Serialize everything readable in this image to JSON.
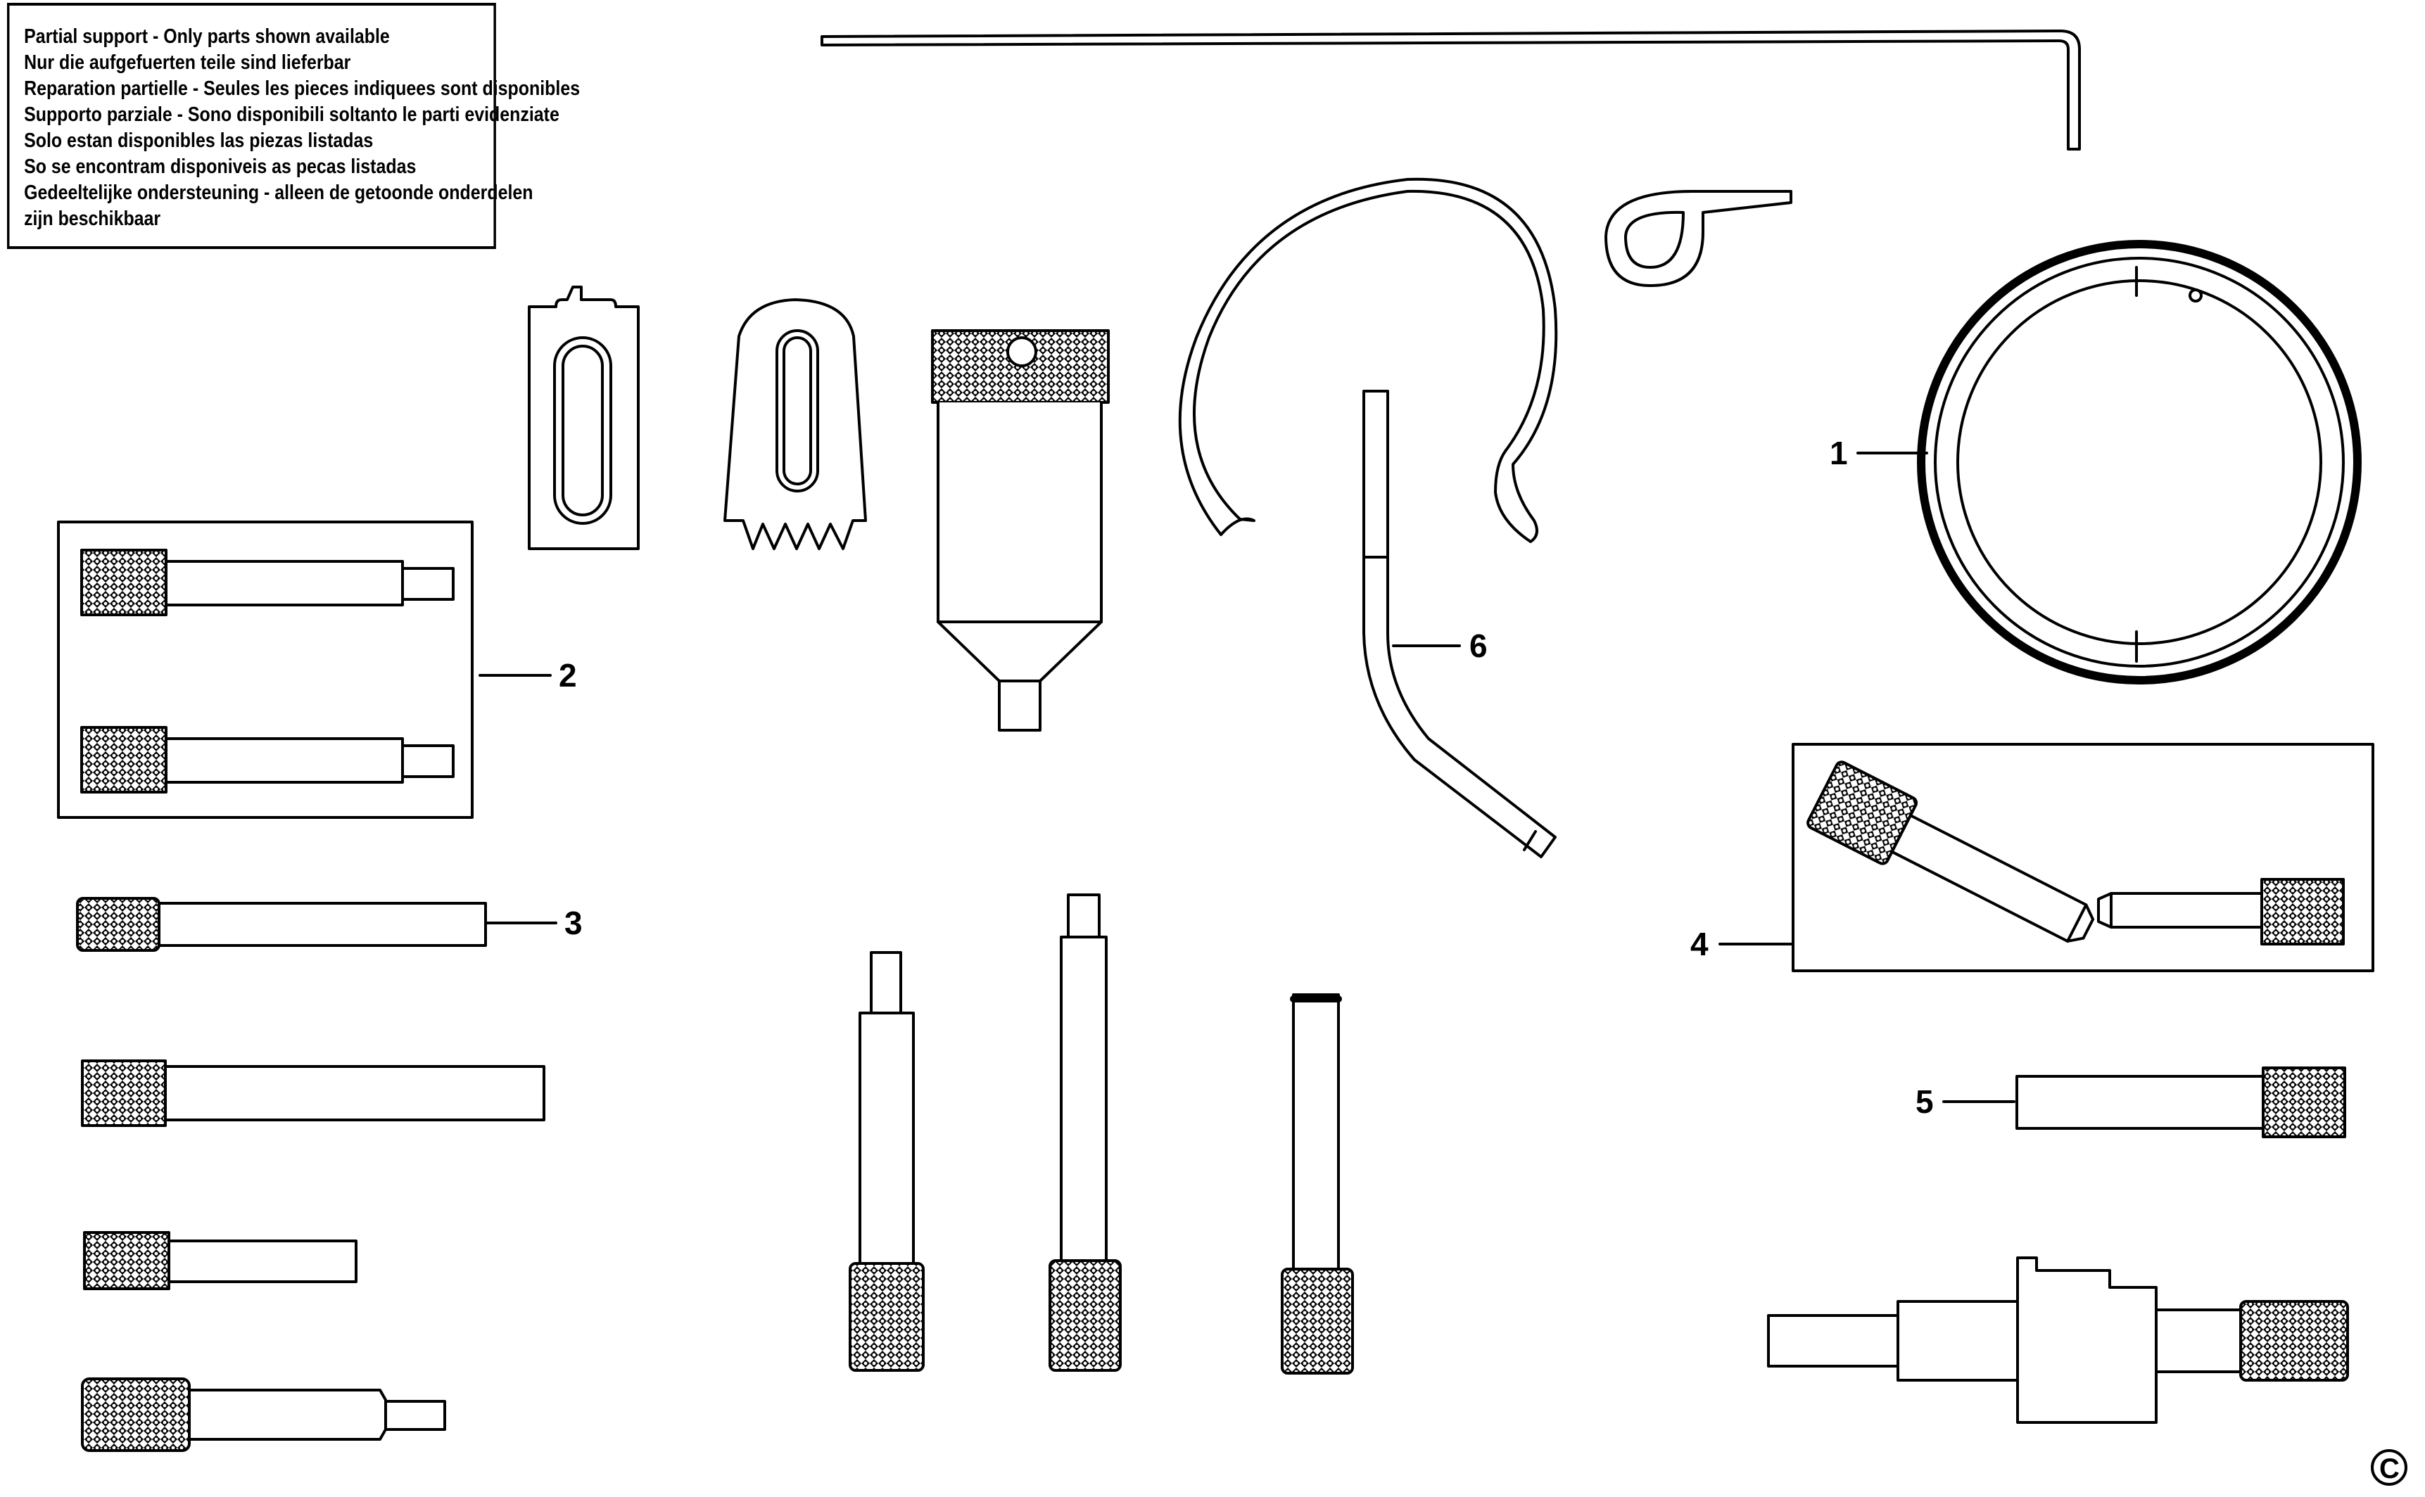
{
  "notice": {
    "lines": [
      "Partial support - Only parts shown available",
      "Nur die aufgefuerten teile sind lieferbar",
      "Reparation partielle - Seules les pieces indiquees sont disponibles",
      "Supporto parziale - Sono disponibili soltanto le parti evidenziate",
      "Solo estan disponibles las piezas listadas",
      "So se encontram disponiveis as pecas listadas",
      "Gedeeltelijke ondersteuning - alleen de getoonde onderdelen",
      "zijn beschikbaar"
    ]
  },
  "callouts": {
    "c1": "1",
    "c2": "2",
    "c3": "3",
    "c4": "4",
    "c5": "5",
    "c6": "6"
  },
  "copyright": "C"
}
